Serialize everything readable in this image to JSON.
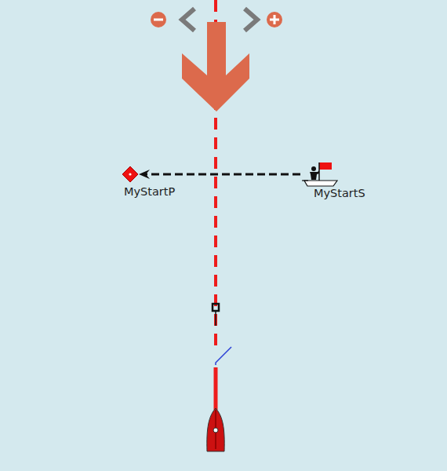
{
  "diagram": {
    "nodes": [
      {
        "text": [
          "MyStartP"
        ]
      },
      {
        "text": [
          "MyStartS"
        ]
      }
    ],
    "edges": [
      {
        "from": 1,
        "to": 0,
        "arrow": "to"
      }
    ]
  }
}
